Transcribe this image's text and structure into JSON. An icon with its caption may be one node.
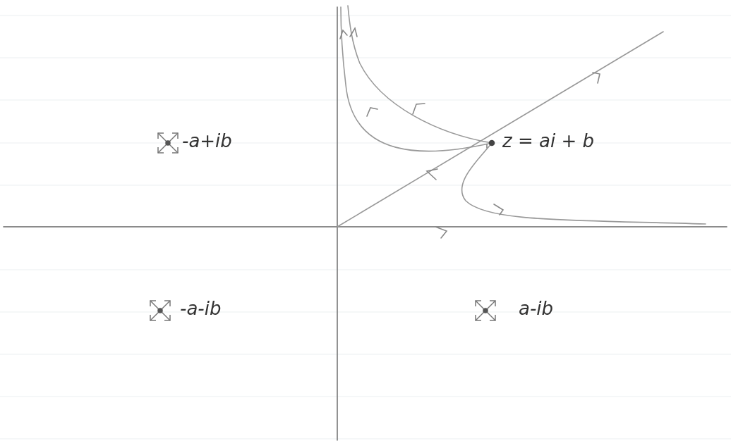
{
  "diagram": {
    "labels": [
      "-a+ib",
      "z = ai + b",
      "-a-ib",
      "a-ib"
    ]
  }
}
